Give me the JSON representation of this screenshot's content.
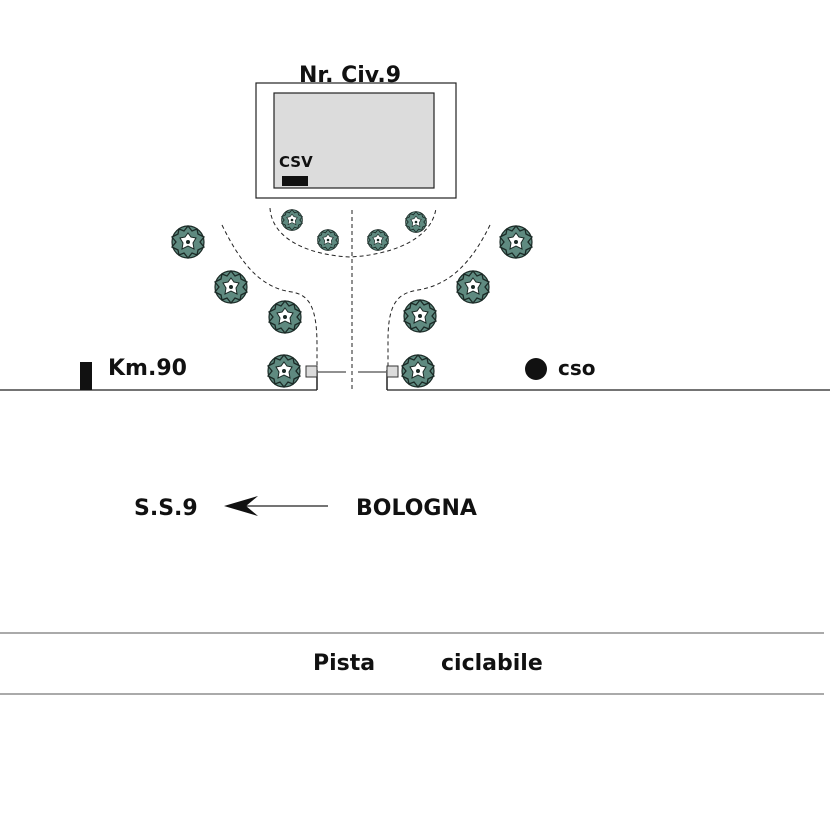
{
  "building": {
    "label": "Nr. Civ.9",
    "fill": "#dcdcdc"
  },
  "csv": {
    "label": "CSV"
  },
  "km_marker": {
    "label": "Km.90"
  },
  "cso": {
    "label": "cso"
  },
  "direction": {
    "from_label": "BOLOGNA",
    "to_label": "S.S.9"
  },
  "bike_lane": {
    "word1": "Pista",
    "word2": "ciclabile"
  },
  "colors": {
    "tree_fill": "#5f8a80",
    "tree_stroke": "#1b2a26",
    "ink": "#111111"
  }
}
